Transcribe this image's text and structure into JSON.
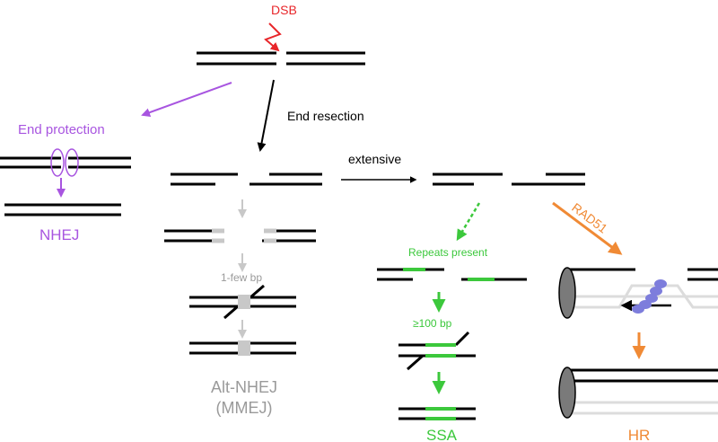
{
  "labels": {
    "dsb": "DSB",
    "end_protection": "End protection",
    "end_resection": "End resection",
    "nhej": "NHEJ",
    "extensive": "extensive",
    "one_few_bp": "1-few bp",
    "alt_nhej": "Alt-NHEJ",
    "mmej": "(MMEJ)",
    "repeats_present": "Repeats present",
    "ge100bp": "≥100 bp",
    "ssa": "SSA",
    "rad51": "RAD51",
    "hr": "HR"
  },
  "colors": {
    "dsb": "#e8262a",
    "nhej": "#a855e0",
    "alt_nhej": "#9a9a9a",
    "ssa": "#3cc83c",
    "hr": "#f08a35",
    "rad51_protein": "#7d7ddc",
    "dna": "#000000",
    "template_strand": "#dcdcdc"
  }
}
